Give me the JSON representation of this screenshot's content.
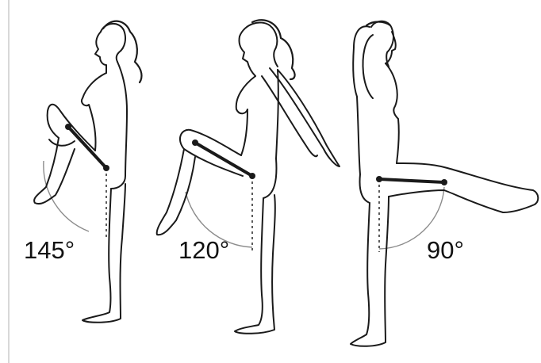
{
  "figures": [
    {
      "angle_label": "145°"
    },
    {
      "angle_label": "120°"
    },
    {
      "angle_label": "90°"
    }
  ]
}
